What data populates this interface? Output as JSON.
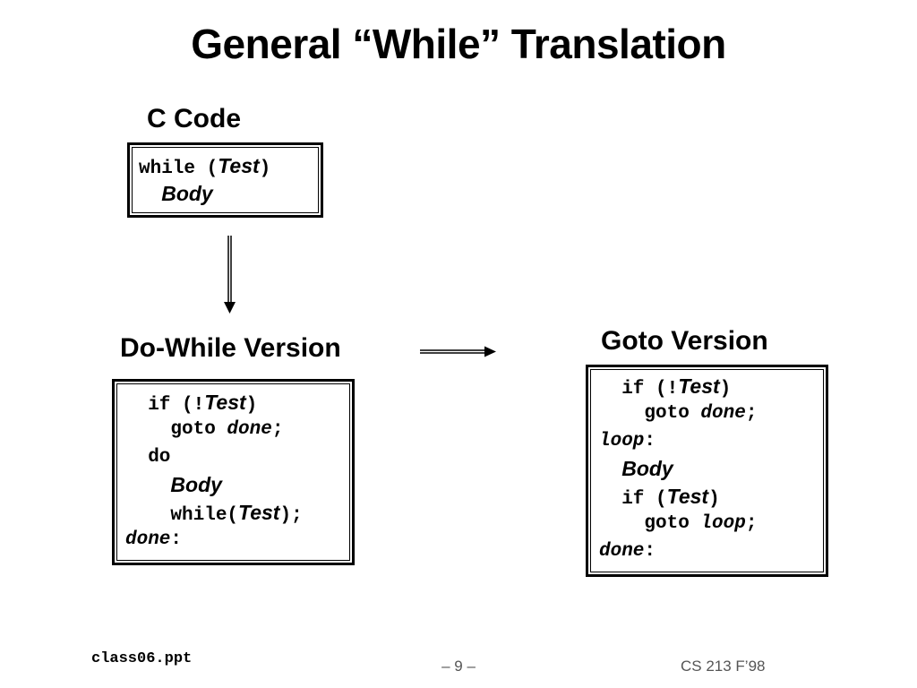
{
  "slide": {
    "title": "General “While” Translation"
  },
  "c_code": {
    "heading": "C Code",
    "lines": [
      [
        {
          "t": "while (",
          "s": "mono"
        },
        {
          "t": "Test",
          "s": "sans-it"
        },
        {
          "t": ")",
          "s": "mono"
        }
      ],
      [
        {
          "t": "  ",
          "s": "mono"
        },
        {
          "t": "Body",
          "s": "sans-it"
        }
      ]
    ]
  },
  "do_while": {
    "heading": "Do-While Version",
    "lines": [
      [
        {
          "t": "  if (!",
          "s": "mono"
        },
        {
          "t": "Test",
          "s": "sans-it"
        },
        {
          "t": ")",
          "s": "mono"
        }
      ],
      [
        {
          "t": "    goto ",
          "s": "mono"
        },
        {
          "t": "done",
          "s": "mono-it"
        },
        {
          "t": ";",
          "s": "mono"
        }
      ],
      [
        {
          "t": "  do",
          "s": "mono"
        }
      ],
      [
        {
          "t": "    ",
          "s": "mono"
        },
        {
          "t": "Body",
          "s": "sans-it"
        }
      ],
      [
        {
          "t": "    while(",
          "s": "mono"
        },
        {
          "t": "Test",
          "s": "sans-it"
        },
        {
          "t": ");",
          "s": "mono"
        }
      ],
      [
        {
          "t": "done",
          "s": "mono-it"
        },
        {
          "t": ":",
          "s": "mono"
        }
      ]
    ]
  },
  "goto_version": {
    "heading": "Goto Version",
    "lines": [
      [
        {
          "t": "  if (!",
          "s": "mono"
        },
        {
          "t": "Test",
          "s": "sans-it"
        },
        {
          "t": ")",
          "s": "mono"
        }
      ],
      [
        {
          "t": "    goto ",
          "s": "mono"
        },
        {
          "t": "done",
          "s": "mono-it"
        },
        {
          "t": ";",
          "s": "mono"
        }
      ],
      [
        {
          "t": "loop",
          "s": "mono-it"
        },
        {
          "t": ":",
          "s": "mono"
        }
      ],
      [
        {
          "t": "  ",
          "s": "mono"
        },
        {
          "t": "Body",
          "s": "sans-it"
        }
      ],
      [
        {
          "t": "  if (",
          "s": "mono"
        },
        {
          "t": "Test",
          "s": "sans-it"
        },
        {
          "t": ")",
          "s": "mono"
        }
      ],
      [
        {
          "t": "    goto ",
          "s": "mono"
        },
        {
          "t": "loop",
          "s": "mono-it"
        },
        {
          "t": ";",
          "s": "mono"
        }
      ],
      [
        {
          "t": "done",
          "s": "mono-it"
        },
        {
          "t": ":",
          "s": "mono"
        }
      ]
    ]
  },
  "footer": {
    "file": "class06.ppt",
    "page": "– 9 –",
    "course": "CS 213 F’98"
  }
}
